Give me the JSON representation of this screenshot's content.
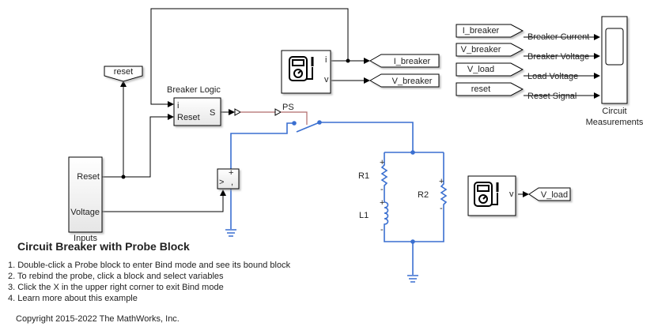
{
  "model": {
    "title": "Circuit Breaker with Probe Block",
    "steps": [
      "1. Double-click a Probe block to enter Bind mode and see its bound block",
      "2. To rebind the probe, click a block and select variables",
      "3. Click the X in the upper right corner to exit Bind mode",
      "4. Learn more about this example"
    ],
    "copyright": "Copyright 2015-2022 The MathWorks, Inc."
  },
  "blocks": {
    "breaker_logic": {
      "name": "Breaker Logic",
      "in_ports": [
        "i",
        "Reset"
      ],
      "out_port": "S"
    },
    "inputs": {
      "name": "Inputs",
      "out_ports": [
        "Reset",
        "Voltage"
      ]
    },
    "reset_goto": {
      "tag": "reset"
    },
    "probe_breaker": {
      "ports": [
        "i",
        "v"
      ]
    },
    "probe_load": {
      "ports": [
        "v"
      ]
    },
    "goto_tags": [
      "I_breaker",
      "V_breaker",
      "V_load"
    ],
    "converter_label": "PS",
    "switch_symbol": ">",
    "r1": "R1",
    "l1": "L1",
    "r2": "R2",
    "scope": {
      "name_line1": "Circuit",
      "name_line2": "Measurements",
      "from_tags": [
        "I_breaker",
        "V_breaker",
        "V_load",
        "reset"
      ],
      "signal_labels": [
        "Breaker Current",
        "Breaker Voltage",
        "Load Voltage",
        "Reset Signal"
      ]
    }
  },
  "colors": {
    "physical": "#3a6fd0",
    "ps_line": "#b06a6a",
    "signal": "#000000"
  }
}
